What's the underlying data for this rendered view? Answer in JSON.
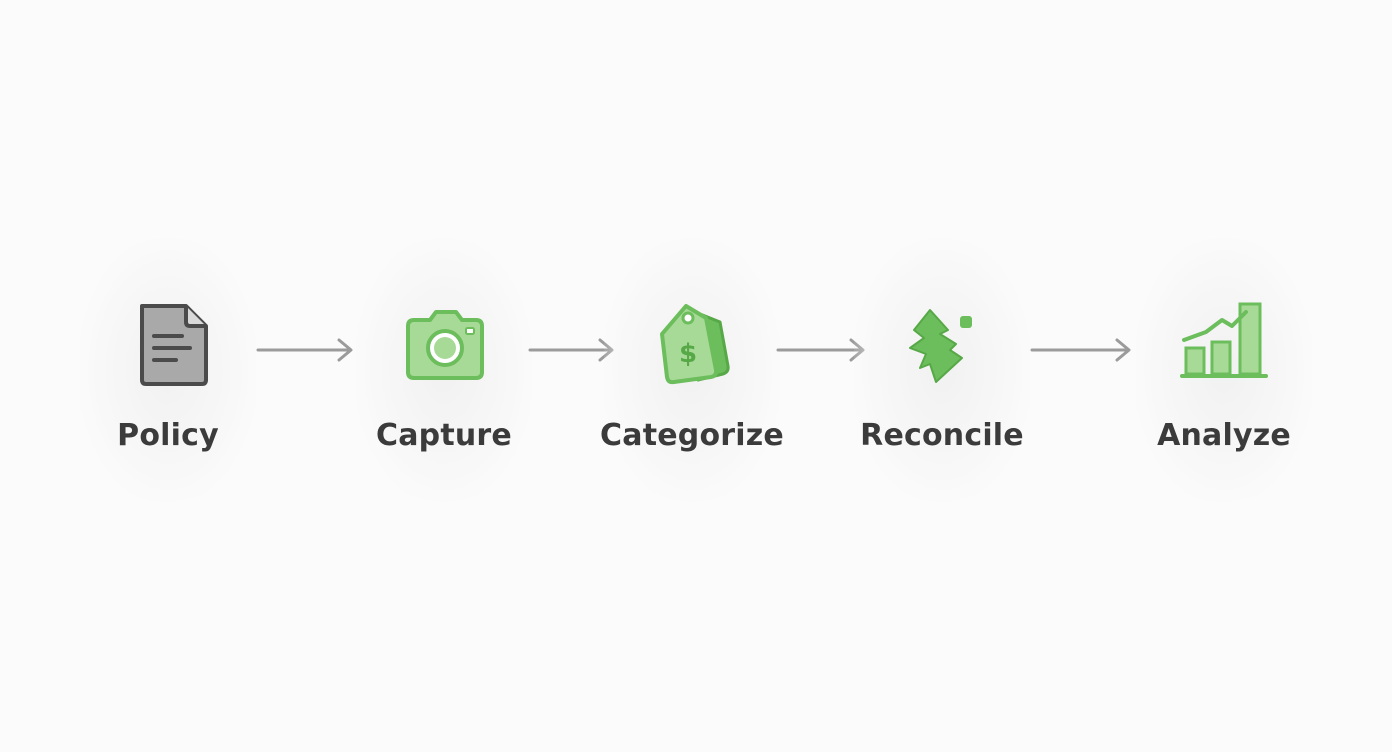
{
  "colors": {
    "accent": "#6cbd5c",
    "accent_light": "#a8da97",
    "doc_fill": "#a9a9a9",
    "doc_stroke": "#4b4b4b",
    "arrow": "#9b9b9b",
    "label": "#3b3b3b"
  },
  "steps": [
    {
      "label": "Policy",
      "icon": "document-icon"
    },
    {
      "label": "Capture",
      "icon": "camera-icon"
    },
    {
      "label": "Categorize",
      "icon": "price-tag-icon"
    },
    {
      "label": "Reconcile",
      "icon": "puzzle-pieces-icon"
    },
    {
      "label": "Analyze",
      "icon": "bar-chart-icon"
    }
  ]
}
